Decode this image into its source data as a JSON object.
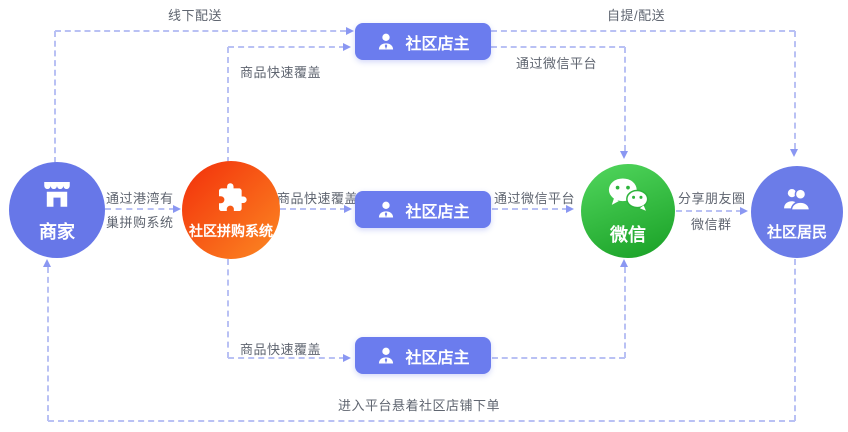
{
  "nodes": {
    "merchant": {
      "label": "商家",
      "icon": "storefront-icon",
      "color": "#6777e8"
    },
    "system": {
      "label": "社区拼购系统",
      "icon": "puzzle-icon",
      "gradient_from": "#f43c0e",
      "gradient_to": "#fb8020"
    },
    "owner_top": {
      "label": "社区店主",
      "icon": "person-icon",
      "color": "#6b7cee"
    },
    "owner_mid": {
      "label": "社区店主",
      "icon": "person-icon",
      "color": "#6b7cee"
    },
    "owner_bottom": {
      "label": "社区店主",
      "icon": "person-icon",
      "color": "#6b7cee"
    },
    "wechat": {
      "label": "微信",
      "icon": "wechat-icon",
      "gradient_from": "#4fd45b",
      "gradient_to": "#1ba228"
    },
    "residents": {
      "label": "社区居民",
      "icon": "people-icon",
      "color": "#6b7ce8"
    }
  },
  "edges": {
    "offline_delivery": {
      "label": "线下配送"
    },
    "via_gangwan": {
      "label_line1": "通过港湾有",
      "label_line2": "巢拼购系统"
    },
    "coverage_top": {
      "label": "商品快速覆盖"
    },
    "coverage_mid": {
      "label": "商品快速覆盖"
    },
    "coverage_bottom": {
      "label": "商品快速覆盖"
    },
    "pickup_delivery": {
      "label": "自提/配送"
    },
    "via_wechat_top": {
      "label": "通过微信平台"
    },
    "via_wechat_mid": {
      "label": "通过微信平台"
    },
    "share_moments": {
      "label_line1": "分享朋友圈",
      "label_line2": "微信群"
    },
    "order_via_platform": {
      "label": "进入平台悬着社区店铺下单"
    }
  },
  "colors": {
    "line": "#b9c1f4",
    "arrow": "#8a97f2",
    "edge_label_text": "#5f6570",
    "background": "#ffffff"
  }
}
